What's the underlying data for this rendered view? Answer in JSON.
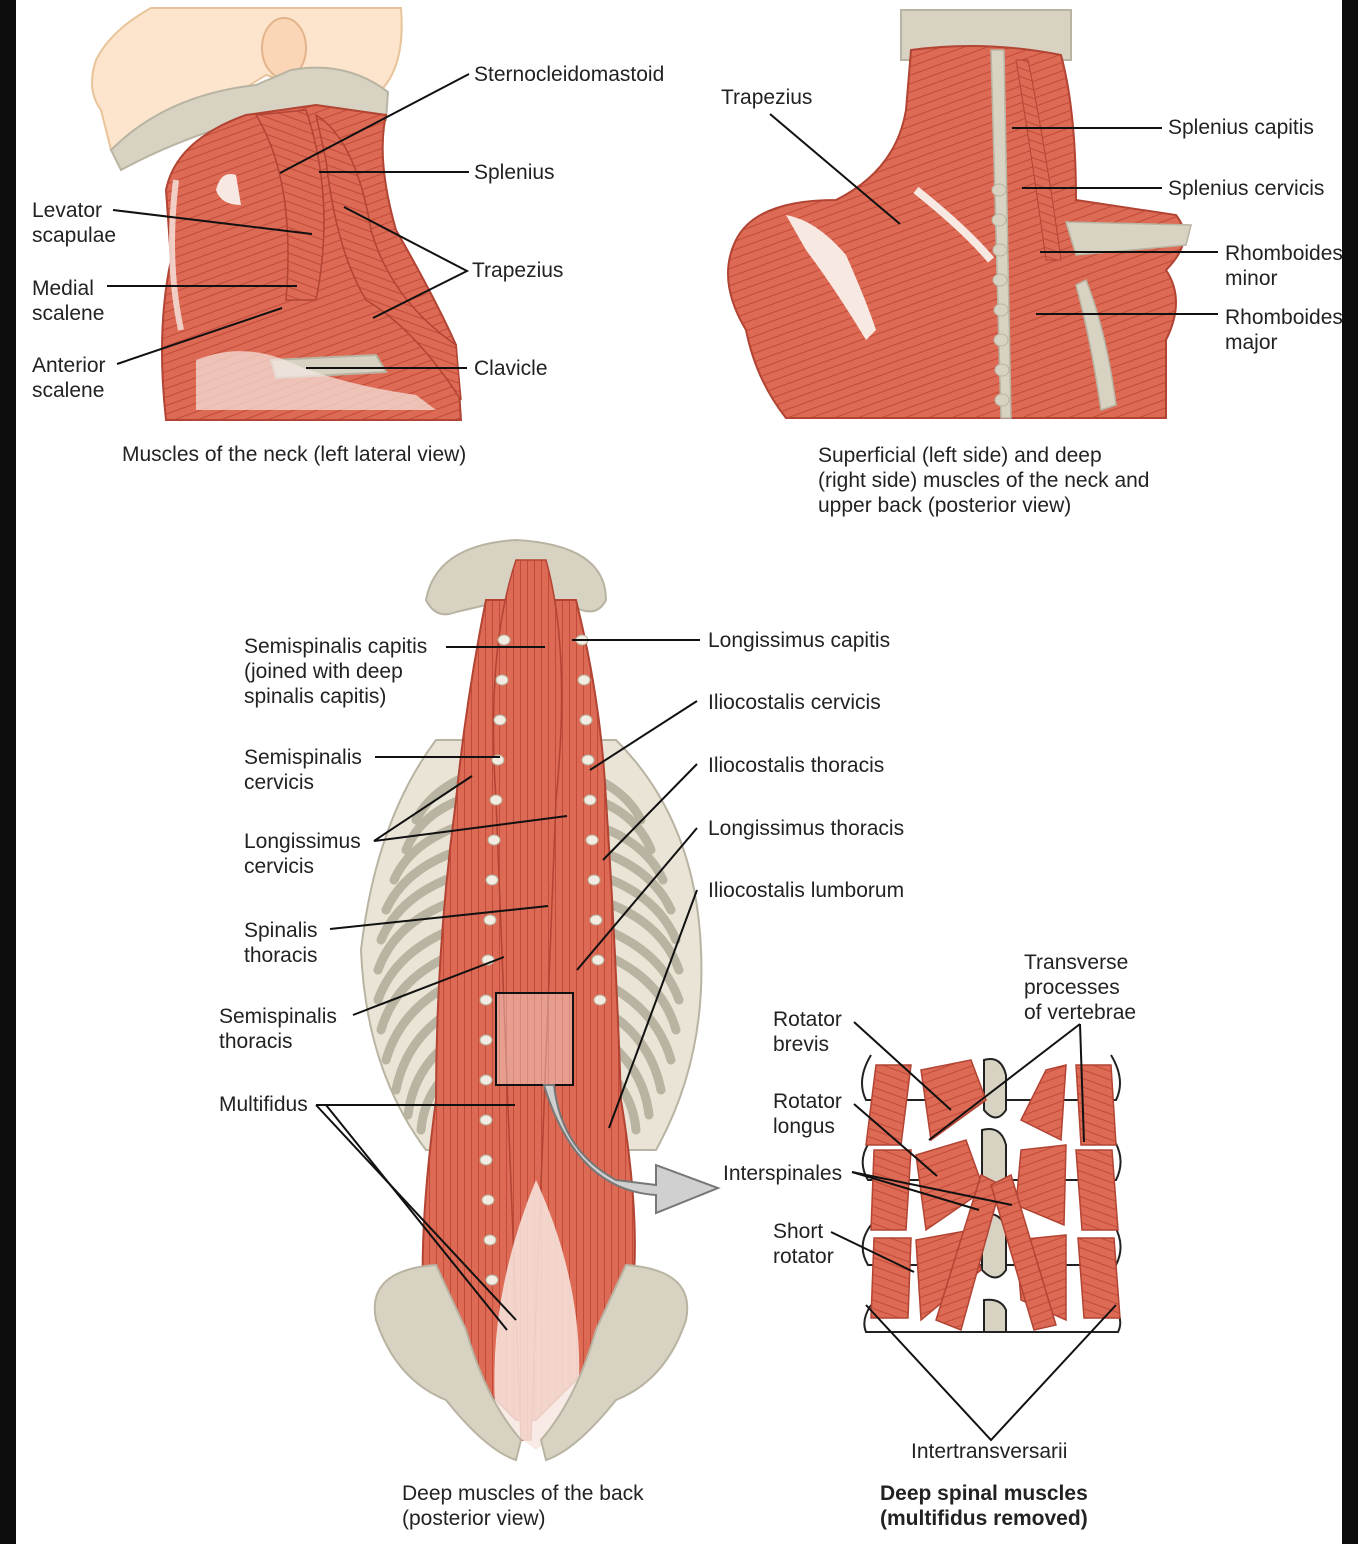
{
  "colors": {
    "muscle": "#dc6a54",
    "muscle_dark": "#c24a38",
    "muscle_light": "#f1a897",
    "bone": "#d7d2c2",
    "bone_dark": "#b9b3a2",
    "skin": "#fde4cc",
    "tendon": "#f7e8e2",
    "line": "#111111",
    "bg_outer": "#0d0d0d",
    "bg_panel": "#ffffff"
  },
  "neck": {
    "caption": "Muscles of the neck (left lateral view)",
    "labels": {
      "sternocleidomastoid": "Sternocleidomastoid",
      "splenius": "Splenius",
      "trapezius": "Trapezius",
      "clavicle": "Clavicle",
      "levator_scapulae": "Levator\nscapulae",
      "medial_scalene": "Medial\nscalene",
      "anterior_scalene": "Anterior\nscalene"
    }
  },
  "upper_back": {
    "caption": "Superficial (left side) and deep\n(right side) muscles of the neck and\nupper back (posterior view)",
    "labels": {
      "trapezius": "Trapezius",
      "splenius_capitis": "Splenius capitis",
      "splenius_cervicis": "Splenius cervicis",
      "rhomboides_minor": "Rhomboides\nminor",
      "rhomboides_major": "Rhomboides\nmajor"
    }
  },
  "deep_back": {
    "caption": "Deep muscles of the back\n(posterior view)",
    "labels": {
      "semispinalis_capitis": "Semispinalis capitis\n(joined with deep\nspinalis capitis)",
      "semispinalis_cervicis": "Semispinalis\ncervicis",
      "longissimus_cervicis": "Longissimus\ncervicis",
      "spinalis_thoracis": "Spinalis\nthoracis",
      "semispinalis_thoracis": "Semispinalis\nthoracis",
      "multifidus": "Multifidus",
      "longissimus_capitis": "Longissimus capitis",
      "iliocostalis_cervicis": "Iliocostalis cervicis",
      "iliocostalis_thoracis": "Iliocostalis thoracis",
      "longissimus_thoracis": "Longissimus thoracis",
      "iliocostalis_lumborum": "Iliocostalis lumborum"
    }
  },
  "spinal": {
    "caption": "Deep spinal muscles\n(multifidus removed)",
    "labels": {
      "transverse_processes": "Transverse\nprocesses\nof vertebrae",
      "rotator_brevis": "Rotator\nbrevis",
      "rotator_longus": "Rotator\nlongus",
      "interspinales": "Interspinales",
      "short_rotator": "Short\nrotator",
      "intertransversarii": "Intertransversarii"
    }
  }
}
